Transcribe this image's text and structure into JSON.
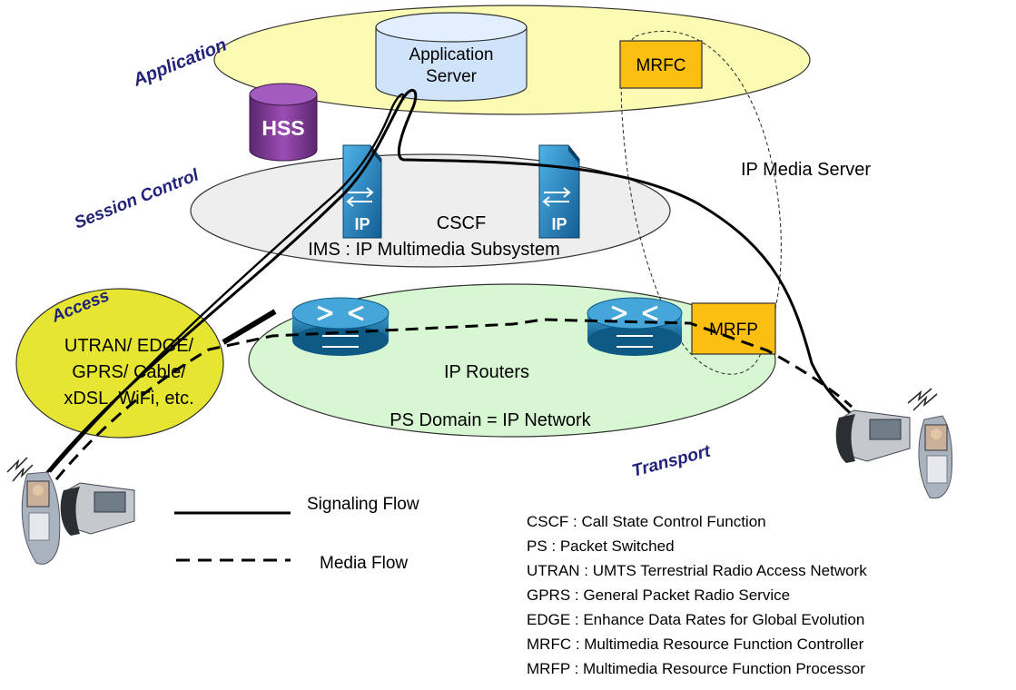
{
  "layers": {
    "application": "Application",
    "session_control": "Session Control",
    "access": "Access",
    "transport": "Transport"
  },
  "nodes": {
    "app_server_line1": "Application",
    "app_server_line2": "Server",
    "hss": "HSS",
    "mrfc": "MRFC",
    "mrfp": "MRFP",
    "cscf": "CSCF",
    "ims": "IMS : IP Multimedia Subsystem",
    "ip_media_server": "IP Media Server",
    "ip_routers": "IP Routers",
    "ps_domain": "PS Domain = IP Network",
    "sip_glyph": "IP",
    "access_line1": "UTRAN/ EDGE/",
    "access_line2": "GPRS/ Cable/",
    "access_line3": "xDSL, WiFi, etc."
  },
  "legend": {
    "signaling": "Signaling Flow",
    "media": "Media Flow"
  },
  "abbreviations": [
    "CSCF : Call State Control Function",
    "PS : Packet Switched",
    "UTRAN : UMTS Terrestrial Radio Access Network",
    "GPRS : General Packet Radio Service",
    "EDGE : Enhance Data Rates for Global Evolution",
    "MRFC : Multimedia Resource Function Controller",
    "MRFP : Multimedia Resource Function Processor"
  ],
  "colors": {
    "application_layer": "#fbfbb4",
    "session_layer": "#eeeeee",
    "transport_layer": "#d7f7d2",
    "access_oval": "#e6e632",
    "app_server": "#cfe4fa",
    "hss": "#7a3a8c",
    "mrf": "#fbbf12",
    "sip_blue": "#1e7fc1",
    "router_blue": "#1a6fa0",
    "layer_label": "#22227a"
  },
  "icons": [
    "sip-server-icon",
    "router-icon",
    "database-icon",
    "mobile-phone-icon",
    "desk-phone-icon",
    "lightning-icon"
  ]
}
